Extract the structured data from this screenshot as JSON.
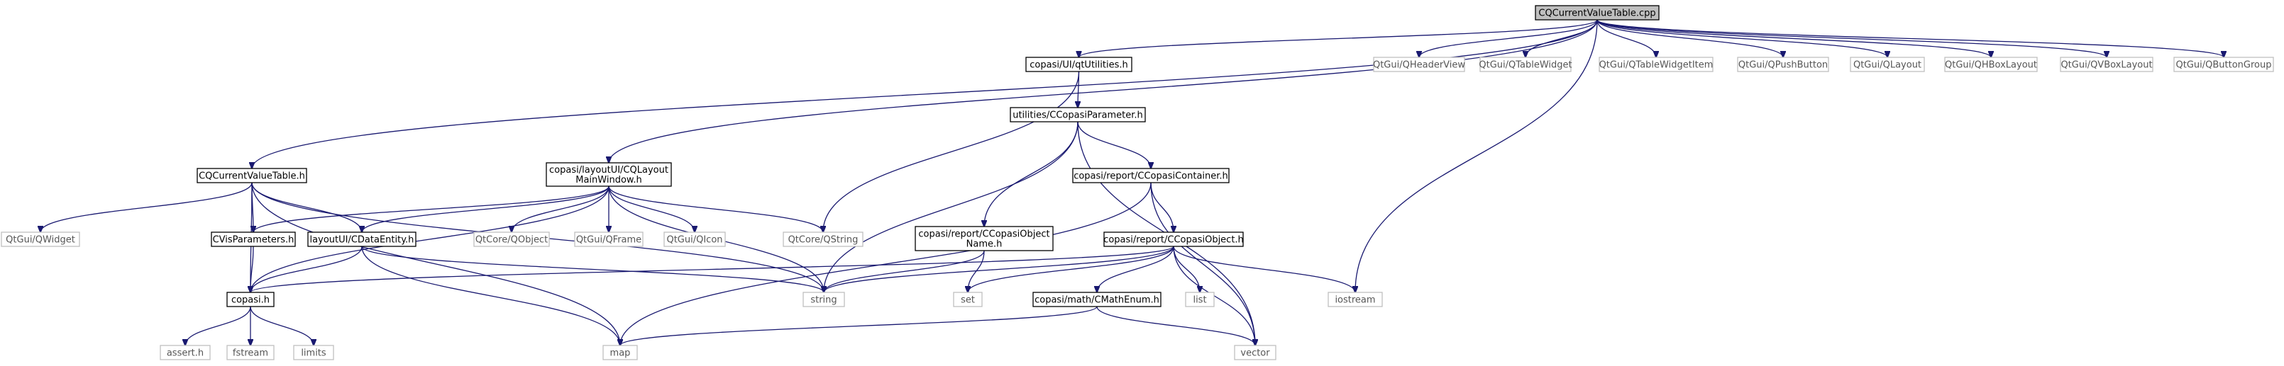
{
  "graph": {
    "edge_color": "#191970",
    "root_fill": "#bfbfbf",
    "nodes": {
      "root": {
        "lines": [
          "CQCurrentValueTable.cpp"
        ]
      },
      "qtUtilities": {
        "lines": [
          "copasi/UI/qtUtilities.h"
        ]
      },
      "CQCurrentValueTable_h": {
        "lines": [
          "CQCurrentValueTable.h"
        ]
      },
      "CQLayoutMainWindow": {
        "lines": [
          "copasi/layoutUI/CQLayout",
          "MainWindow.h"
        ]
      },
      "CCopasiParameter": {
        "lines": [
          "utilities/CCopasiParameter.h"
        ]
      },
      "CCopasiContainer": {
        "lines": [
          "copasi/report/CCopasiContainer.h"
        ]
      },
      "CCopasiObjectName": {
        "lines": [
          "copasi/report/CCopasiObject",
          "Name.h"
        ]
      },
      "CCopasiObject": {
        "lines": [
          "copasi/report/CCopasiObject.h"
        ]
      },
      "CMathEnum": {
        "lines": [
          "copasi/math/CMathEnum.h"
        ]
      },
      "CVisParameters": {
        "lines": [
          "CVisParameters.h"
        ]
      },
      "CDataEntity": {
        "lines": [
          "layoutUI/CDataEntity.h"
        ]
      },
      "copasi_h": {
        "lines": [
          "copasi.h"
        ]
      },
      "QHeaderView": {
        "lines": [
          "QtGui/QHeaderView"
        ]
      },
      "QTableWidget": {
        "lines": [
          "QtGui/QTableWidget"
        ]
      },
      "QTableWidgetItem": {
        "lines": [
          "QtGui/QTableWidgetItem"
        ]
      },
      "QPushButton": {
        "lines": [
          "QtGui/QPushButton"
        ]
      },
      "QLayout": {
        "lines": [
          "QtGui/QLayout"
        ]
      },
      "QHBoxLayout": {
        "lines": [
          "QtGui/QHBoxLayout"
        ]
      },
      "QVBoxLayout": {
        "lines": [
          "QtGui/QVBoxLayout"
        ]
      },
      "QButtonGroup": {
        "lines": [
          "QtGui/QButtonGroup"
        ]
      },
      "QWidget": {
        "lines": [
          "QtGui/QWidget"
        ]
      },
      "QObject": {
        "lines": [
          "QtCore/QObject"
        ]
      },
      "QFrame": {
        "lines": [
          "QtGui/QFrame"
        ]
      },
      "QIcon": {
        "lines": [
          "QtGui/QIcon"
        ]
      },
      "QString": {
        "lines": [
          "QtCore/QString"
        ]
      },
      "string": {
        "lines": [
          "string"
        ]
      },
      "set": {
        "lines": [
          "set"
        ]
      },
      "list": {
        "lines": [
          "list"
        ]
      },
      "iostream": {
        "lines": [
          "iostream"
        ]
      },
      "vector": {
        "lines": [
          "vector"
        ]
      },
      "map": {
        "lines": [
          "map"
        ]
      },
      "assert": {
        "lines": [
          "assert.h"
        ]
      },
      "fstream": {
        "lines": [
          "fstream"
        ]
      },
      "limits": {
        "lines": [
          "limits"
        ]
      }
    }
  }
}
